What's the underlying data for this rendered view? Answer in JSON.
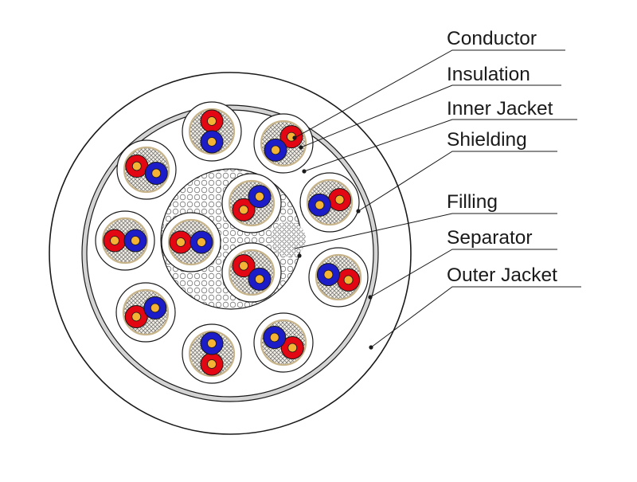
{
  "diagram": {
    "components": [
      {
        "key": "conductor",
        "label": "Conductor"
      },
      {
        "key": "insulation",
        "label": "Insulation"
      },
      {
        "key": "inner_jacket",
        "label": "Inner Jacket"
      },
      {
        "key": "shielding",
        "label": "Shielding"
      },
      {
        "key": "filling",
        "label": "Filling"
      },
      {
        "key": "separator",
        "label": "Separator"
      },
      {
        "key": "outer_jacket",
        "label": "Outer Jacket"
      }
    ],
    "colors": {
      "pair_red": "#e30613",
      "pair_blue": "#1c1cc8",
      "conductor_core": "#f5b335",
      "shield_wrap": "#c8b48a",
      "line": "#1a1a1a",
      "jacket_fill": "#ffffff",
      "separator_band": "#c8c8c8"
    }
  }
}
